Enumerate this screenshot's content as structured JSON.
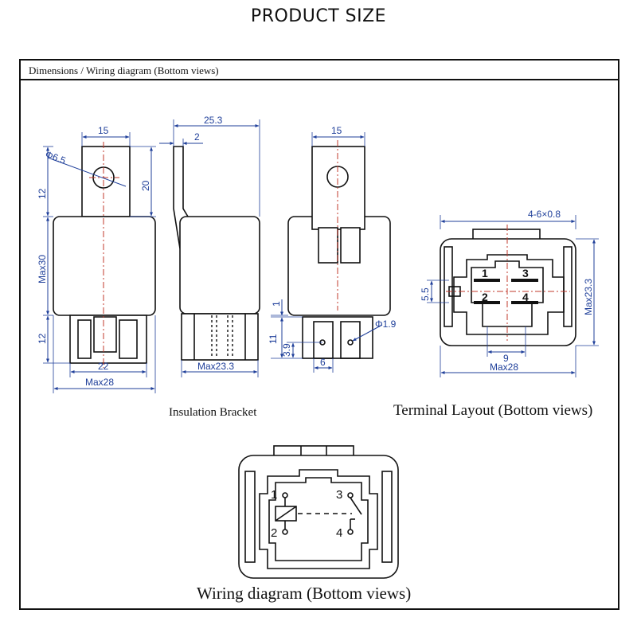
{
  "title": "PRODUCT SIZE",
  "header": "Dimensions / Wiring diagram (Bottom views)",
  "captions": {
    "bracket": "Insulation Bracket",
    "terminal_layout": "Terminal Layout (Bottom views)",
    "wiring": "Wiring diagram (Bottom views)"
  },
  "front_view": {
    "width_top": "15",
    "hole": "Φ6.5",
    "tab_height": "20",
    "left_top": "12",
    "body_height": "Max30",
    "left_bottom": "12",
    "base_width": "22",
    "overall_width": "Max28"
  },
  "side_view": {
    "overall": "25.3",
    "tab_offset": "2",
    "depth": "Max23.3"
  },
  "rear_view": {
    "width_top": "15",
    "gap": "1",
    "pin_hole": "Φ1.9",
    "pin_length": "11",
    "pin_hole_pos": "3.9",
    "pin_width": "6"
  },
  "terminal_layout": {
    "terminal_size": "4-6×0.8",
    "spacing_v": "5.5",
    "depth": "Max23.3",
    "spacing_h": "9",
    "width": "Max28",
    "pins": [
      "1",
      "3",
      "2",
      "4"
    ]
  },
  "wiring": {
    "pins": [
      "1",
      "3",
      "2",
      "4"
    ]
  },
  "colors": {
    "dimension": "#1f3f9a",
    "centerline": "#c0392b",
    "outline": "#111111"
  }
}
